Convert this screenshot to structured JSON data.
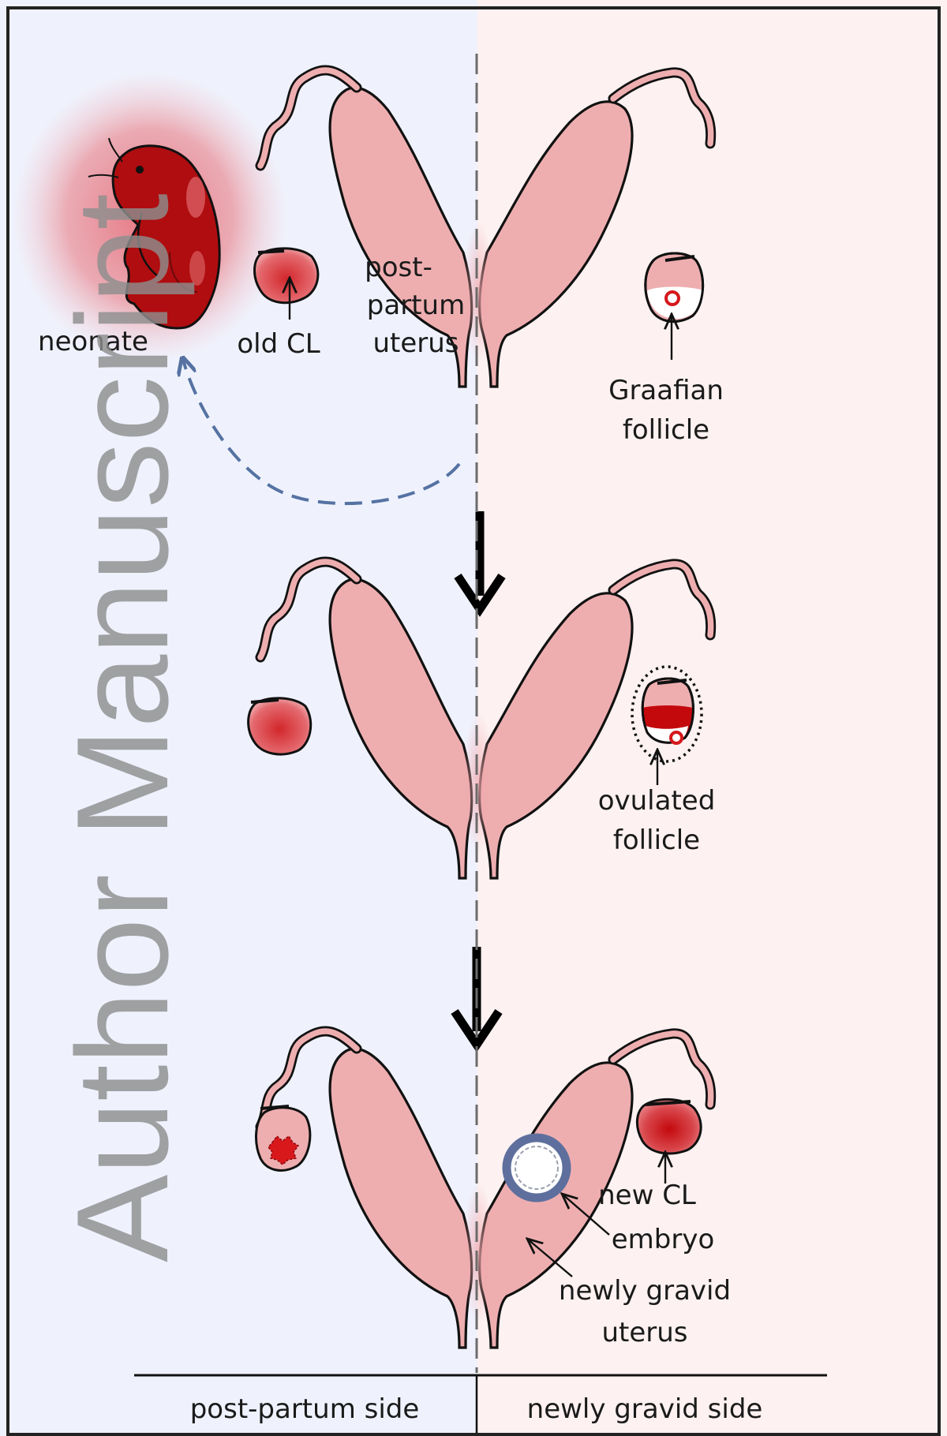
{
  "watermark": "Author Manuscript",
  "labels": {
    "neonate": "neonate",
    "old_cl": "old CL",
    "pp_uterus": [
      "post-",
      "partum",
      "uterus"
    ],
    "graafian": [
      "Graafian",
      "follicle"
    ],
    "ovulated": [
      "ovulated",
      "follicle"
    ],
    "new_cl": "new CL",
    "embryo": "embryo",
    "gravid": [
      "newly gravid",
      "uterus"
    ]
  },
  "footer": {
    "left": "post-partum side",
    "right": "newly gravid side"
  },
  "colors": {
    "left_bg": "#eff2fd",
    "right_bg": "#fdf1f1",
    "uterus_fill": "#eeaeb0",
    "tissue_red": "#bf0f12",
    "neonate_red": "#b00d10",
    "halo": "#e45f6a",
    "embryo_ring": "#5e6f9d",
    "dashed_arrow": "#5572a2",
    "watermark": "#8e8e8e"
  }
}
